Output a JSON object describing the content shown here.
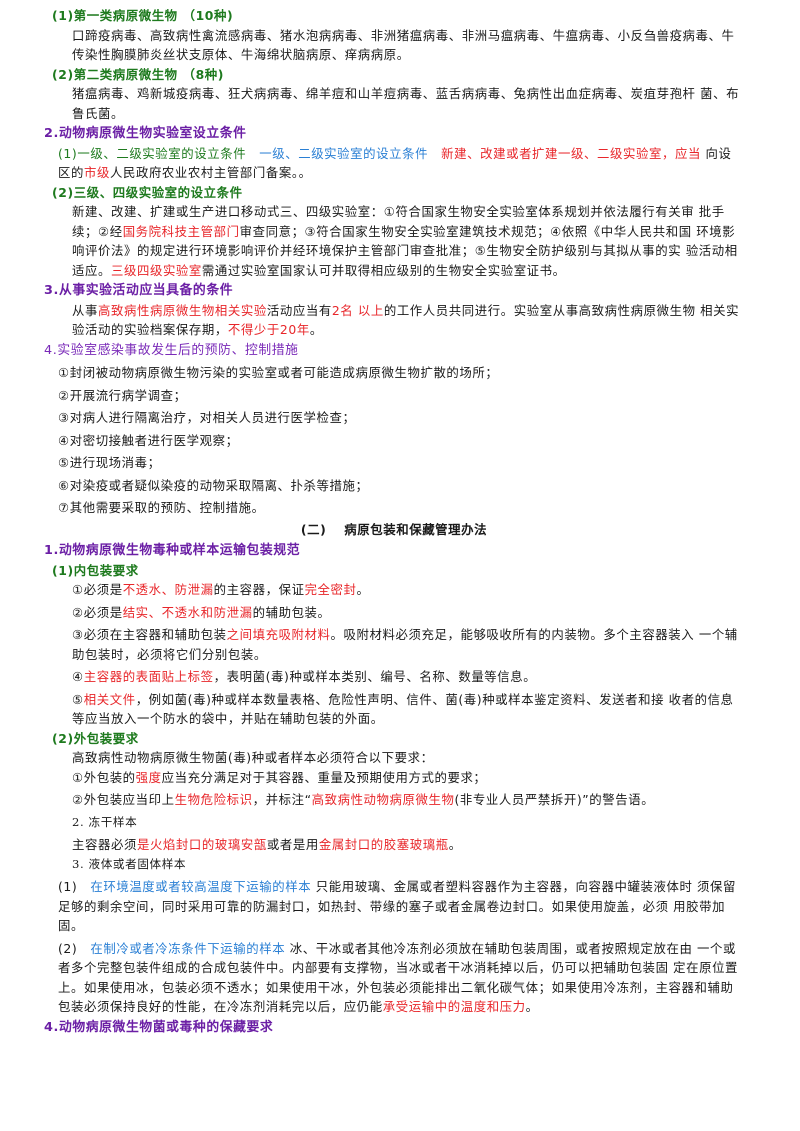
{
  "s1": {
    "h_cat1": "(1)第一类病原微生物 （10种)",
    "cat1_text": "口蹄疫病毒、高致病性禽流感病毒、猪水泡病病毒、非洲猪瘟病毒、非洲马瘟病毒、牛瘟病毒、小反刍兽疫病毒、牛传染性胸膜肺炎丝状支原体、牛海绵状脑病原、痒病病原。",
    "h_cat2": "(2)第二类病原微生物 （8种)",
    "cat2_text": "猪瘟病毒、鸡新城疫病毒、狂犬病病毒、绵羊痘和山羊痘病毒、蓝舌病病毒、兔病性出血症病毒、炭疽芽孢杆 菌、布鲁氏菌。"
  },
  "s2": {
    "title": "2.动物病原微生物实验室设立条件",
    "p1_a": "(1)一级、二级实验室的设立条件",
    "p1_b": "一级、二级实验室的设立条件",
    "p1_c": "新建、改建或者扩建一级、二级实验室，应当",
    "p1_d": "向设区的",
    "p1_e": "市级",
    "p1_f": "人民政府农业农村主管部门备案。。",
    "h2": "(2)三级、四级实验室的设立条件",
    "p2_a": "新建、改建、扩建或生产进口移动式三、四级实验室：①符合国家生物安全实验室体系规划并依法履行有关审 批手续；②经",
    "p2_b": "国务院科技主管部门",
    "p2_c": "审查同意；③符合国家生物安全实验室建筑技术规范；④依照《中华人民共和国 环境影响评价法》的规定进行环境影响评价并经环境保护主管部门审查批准；⑤生物安全防护级别与其拟从事的实 验活动相适应。",
    "p2_d": "三级四级实验室",
    "p2_e": "需通过实验室国家认可并取得相应级别的生物安全实验室证书。"
  },
  "s3": {
    "title": "3.从事实验活动应当具备的条件",
    "p_a": "从事",
    "p_b": "高致病性病原微生物相关实验",
    "p_c": "活动应当有",
    "p_d": "2名 以上",
    "p_e": "的工作人员共同进行。实验室从事高致病性病原微生物 相关实验活动的实验档案保存期，",
    "p_f": "不得少于20年",
    "p_g": "。"
  },
  "s4": {
    "title": "4.实验室感染事故发生后的预防、控制措施",
    "items": [
      "①封闭被动物病原微生物污染的实验室或者可能造成病原微生物扩散的场所；",
      "②开展流行病学调查；",
      "③对病人进行隔离治疗，对相关人员进行医学检查；",
      "④对密切接触者进行医学观察；",
      "⑤进行现场消毒；",
      "⑥对染疫或者疑似染疫的动物采取隔离、扑杀等措施；",
      "⑦其他需要采取的预防、控制措施。"
    ]
  },
  "part2": {
    "heading": "(二)　 病原包装和保藏管理办法",
    "t1": "1.动物病原微生物毒种或样本运输包装规范",
    "inner_h": "(1)内包装要求",
    "i1_a": "①必须是",
    "i1_b": "不透水、防泄漏",
    "i1_c": "的主容器，保证",
    "i1_d": "完全密封",
    "i1_e": "。",
    "i2_a": "②必须是",
    "i2_b": "结实、不透水和防泄漏",
    "i2_c": "的辅助包装。",
    "i3_a": "③必须在主容器和辅助包装",
    "i3_b": "之间填充吸附材料",
    "i3_c": "。吸附材料必须充足，能够吸收所有的内装物。多个主容器装入 一个辅助包装时，必须将它们分别包装。",
    "i4_a": "④",
    "i4_b": "主容器的表面贴上标签",
    "i4_c": "，表明菌(毒)种或样本类别、编号、名称、数量等信息。",
    "i5_a": "⑤",
    "i5_b": "相关文件",
    "i5_c": "，例如菌(毒)种或样本数量表格、危险性声明、信件、菌(毒)种或样本鉴定资料、发送者和接 收者的信息等应当放入一个防水的袋中，并贴在辅助包装的外面。",
    "outer_h": "(2)外包装要求",
    "o0": "高致病性动物病原微生物菌(毒)种或者样本必须符合以下要求：",
    "o1_a": "①外包装的",
    "o1_b": "强度",
    "o1_c": "应当充分满足对于其容器、重量及预期使用方式的要求；",
    "o2_a": "②外包装应当印上",
    "o2_b": "生物危险标识",
    "o2_c": "，并标注“",
    "o2_d": "高致病性动物病原微生物",
    "o2_e": "(非专业人员严禁拆开)”的警告语。",
    "freeze_h": "2. 冻干样本",
    "f_a": "主容器必须",
    "f_b": "是火焰封口的玻璃安瓿",
    "f_c": "或者是用",
    "f_d": "金属封口的胶塞玻璃瓶",
    "f_e": "。",
    "liquid_h": "3. 液体或者固体样本",
    "l1_a": "(1)　",
    "l1_b": "在环境温度或者较高温度下运输的样本",
    "l1_c": " 只能用玻璃、金属或者塑料容器作为主容器，向容器中罐装液体时 须保留足够的剩余空间，同时采用可靠的防漏封口，如热封、带缘的塞子或者金属卷边封口。如果使用旋盖，必须 用胶带加固。",
    "l2_a": "(2)　",
    "l2_b": "在制冷或者冷冻条件下运输的样本",
    "l2_c": " 冰、干冰或者其他冷冻剂必须放在辅助包装周围，或者按照规定放在由 一个或者多个完整包装件组成的合成包装件中。内部要有支撑物，当冰或者干冰消耗掉以后，仍可以把辅助包装固 定在原位置上。如果使用冰，包装必须不透水；如果使用干冰，外包装必须能排出二氧化碳气体；如果使用冷冻剂，主容器和辅助包装必须保持良好的性能，在冷冻剂消耗完以后，应仍能",
    "l2_d": "承受运输中的温度和压力",
    "l2_e": "。",
    "t4": "4.动物病原微生物菌或毒种的保藏要求"
  }
}
